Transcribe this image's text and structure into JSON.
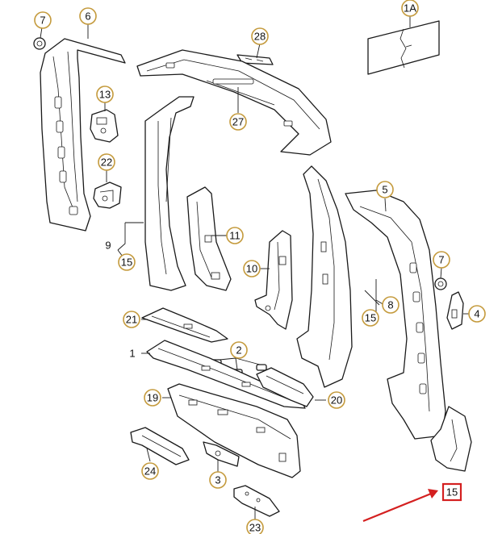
{
  "callouts": {
    "c1a": "1A",
    "c6": "6",
    "c7a": "7",
    "c7b": "7",
    "c28": "28",
    "c13": "13",
    "c27": "27",
    "c22": "22",
    "c9": "9",
    "c15a": "15",
    "c11": "11",
    "c10": "10",
    "c5": "5",
    "c4": "4",
    "c8": "8",
    "c15b": "15",
    "c21": "21",
    "c2": "2",
    "c1": "1",
    "c19": "19",
    "c20": "20",
    "c24": "24",
    "c3": "3",
    "c23": "23",
    "c15_highlight": "15"
  },
  "colors": {
    "callout_ring": "#c49a3c",
    "highlight": "#d42020",
    "line": "#1a1a1a"
  }
}
